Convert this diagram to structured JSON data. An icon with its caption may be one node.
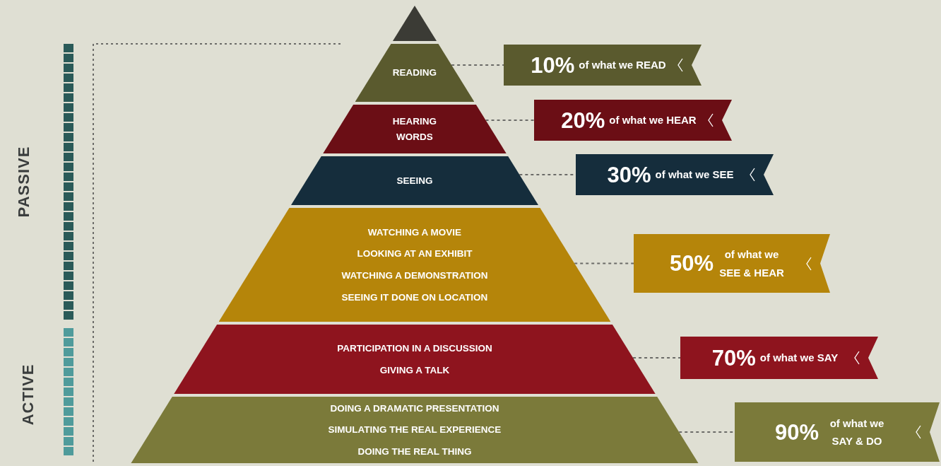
{
  "diagram": {
    "nodes": [
      {
        "text": [],
        "shape": "triangle"
      },
      {
        "text": [
          "READING"
        ]
      },
      {
        "text": [
          "HEARING WORDS"
        ]
      },
      {
        "text": [
          "SEEING"
        ]
      },
      {
        "text": [
          "WATCHING A MOVIE",
          "LOOKING AT AN EXHIBIT",
          "WATCHING A DEMONSTRATION",
          "SEEING IT DONE ON LOCATION"
        ]
      },
      {
        "text": [
          "PARTICIPATION IN A DISCUSSION",
          "GIVING A TALK"
        ]
      },
      {
        "text": [
          "DOING A DRAMATIC PRESENTATION",
          "SIMULATING THE REAL EXPERIENCE",
          "DOING THE REAL THING"
        ]
      },
      {
        "text": [
          "10%",
          "of what we READ"
        ]
      },
      {
        "text": [
          "20%",
          "of what we HEAR"
        ]
      },
      {
        "text": [
          "30%",
          "of what we SEE"
        ]
      },
      {
        "text": [
          "50%",
          "of what we SEE & HEAR"
        ]
      },
      {
        "text": [
          "70%",
          "of what we SAY"
        ]
      },
      {
        "text": [
          "90%",
          "of what we SAY & DO"
        ]
      }
    ],
    "edges": [
      {
        "from": 1,
        "to": 7,
        "arrow": "none",
        "style": "dashed"
      },
      {
        "from": 2,
        "to": 8,
        "arrow": "none",
        "style": "dashed"
      },
      {
        "from": 3,
        "to": 9,
        "arrow": "none",
        "style": "dashed"
      },
      {
        "from": 4,
        "to": 10,
        "arrow": "none",
        "style": "dashed"
      },
      {
        "from": 5,
        "to": 11,
        "arrow": "none",
        "style": "dashed"
      },
      {
        "from": 6,
        "to": 12,
        "arrow": "none",
        "style": "dashed"
      }
    ],
    "labels": [
      "PASSIVE",
      "ACTIVE"
    ]
  }
}
